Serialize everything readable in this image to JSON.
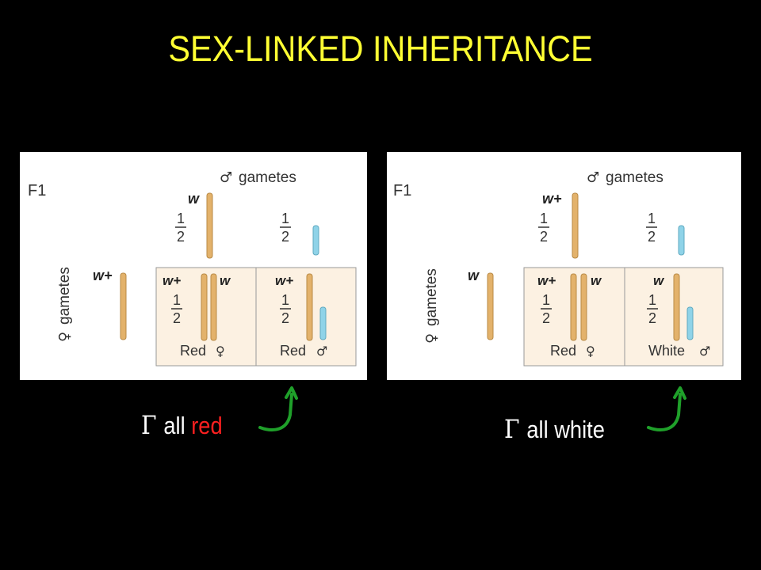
{
  "slide": {
    "title": "SEX-LINKED INHERITANCE",
    "colors": {
      "title": "#ffff33",
      "red_word": "#ff2020",
      "arrow": "#1fa02a",
      "cell_bg": "#fcf1e2",
      "x_chrom": "#e3b26b",
      "y_chrom": "#8fd3e8"
    }
  },
  "panels": [
    {
      "generation": "F1",
      "male_gametes_label": "gametes",
      "female_gametes_label": "gametes",
      "male_allele": "w",
      "female_allele": "w+",
      "prob_num": "1",
      "prob_den": "2",
      "cell1": {
        "alleles": [
          "w+",
          "w"
        ],
        "phenotype": "Red"
      },
      "cell2": {
        "allele": "w+",
        "phenotype": "Red"
      }
    },
    {
      "generation": "F1",
      "male_gametes_label": "gametes",
      "female_gametes_label": "gametes",
      "male_allele": "w+",
      "female_allele": "w",
      "prob_num": "1",
      "prob_den": "2",
      "cell1": {
        "alleles": [
          "w+",
          "w"
        ],
        "phenotype": "Red"
      },
      "cell2": {
        "allele": "w",
        "phenotype": "White"
      }
    }
  ],
  "captions": {
    "left": {
      "symbol": "Γ",
      "prefix": "all",
      "emph": "red"
    },
    "right": {
      "symbol": "Γ",
      "text": "all white"
    }
  }
}
